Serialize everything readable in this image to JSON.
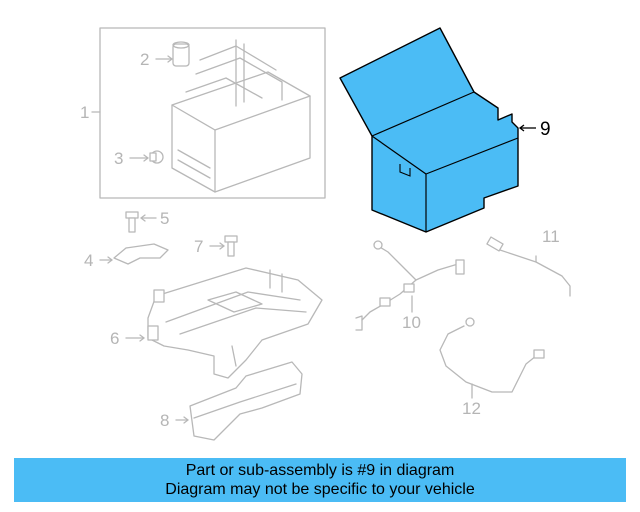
{
  "diagram": {
    "callouts": [
      "1",
      "2",
      "3",
      "4",
      "5",
      "6",
      "7",
      "8",
      "9",
      "10",
      "11",
      "12"
    ],
    "highlight_part": "9",
    "highlight_color": "#4bbcf5",
    "line_color": "#b8b8b8"
  },
  "banner": {
    "line1": "Part or sub-assembly is #9 in diagram",
    "line2": "Diagram may not be specific to your vehicle",
    "background": "#4bbcf5"
  }
}
